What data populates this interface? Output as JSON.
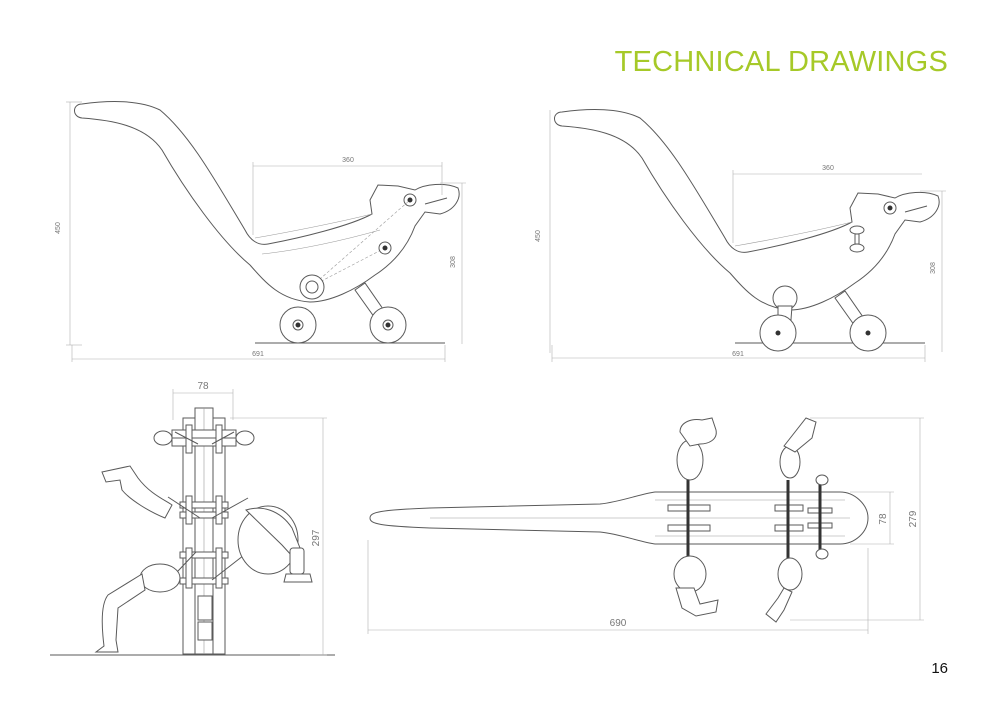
{
  "header": {
    "title": "TECHNICAL DRAWINGS"
  },
  "footer": {
    "page_number": "16"
  },
  "dimensions": {
    "side_view_1": {
      "height": "450",
      "seat_width": "360",
      "body_height": "308",
      "length": "691"
    },
    "side_view_2": {
      "height": "450",
      "seat_width": "360",
      "body_height": "308",
      "length": "691"
    },
    "front_view": {
      "width": "78",
      "height": "297"
    },
    "top_view": {
      "length": "690",
      "body_width": "78",
      "total_width": "279"
    }
  },
  "colors": {
    "title": "#a6c928",
    "line": "#5a5a5a",
    "dimension": "#b0b0b0"
  }
}
